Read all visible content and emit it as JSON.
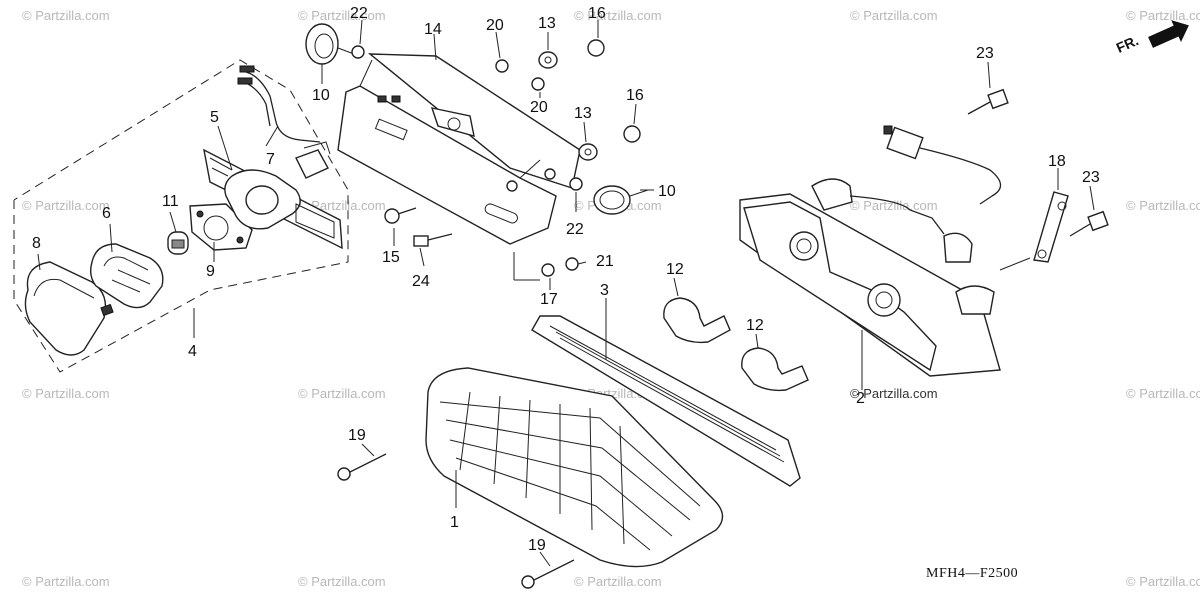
{
  "watermark": "© Partzilla.com",
  "diagram_code": "MFH4—F2500",
  "direction_label": "FR.",
  "callouts": {
    "c1": "1",
    "c2": "2",
    "c3": "3",
    "c4": "4",
    "c5": "5",
    "c6": "6",
    "c7": "7",
    "c8": "8",
    "c9": "9",
    "c10a": "10",
    "c10b": "10",
    "c11": "11",
    "c12a": "12",
    "c12b": "12",
    "c13a": "13",
    "c13b": "13",
    "c14": "14",
    "c15": "15",
    "c16a": "16",
    "c16b": "16",
    "c17": "17",
    "c18": "18",
    "c19a": "19",
    "c19b": "19",
    "c20a": "20",
    "c20b": "20",
    "c21": "21",
    "c22a": "22",
    "c22b": "22",
    "c23a": "23",
    "c23b": "23",
    "c24": "24"
  }
}
